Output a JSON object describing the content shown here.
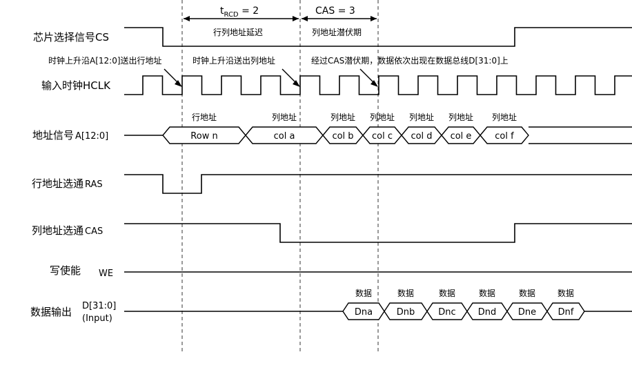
{
  "timing_headers": [
    {
      "main": "t",
      "sub": "RCD",
      "tail": " = 2",
      "desc": "行列地址延迟"
    },
    {
      "main": "CAS = 3",
      "desc": "列地址潜伏期"
    }
  ],
  "notes": {
    "row_addr_sent": "时钟上升沿A[12:0]送出行地址",
    "col_addr_sent": "时钟上升沿送出列地址",
    "data_appear": "经过CAS潜伏期，数据依次出现在数据总线D[31:0]上"
  },
  "signals": {
    "cs": "芯片选择信号CS",
    "hclk": "输入时钟HCLK",
    "addr_main": "地址信号",
    "addr_sub": "A[12:0]",
    "ras_main": "行地址选通",
    "ras_sub": "RAS",
    "cas_main": "列地址选通",
    "cas_sub": "CAS",
    "we_main": "写使能",
    "we_sub": "WE",
    "data_main": "数据输出",
    "data_sub1": "D[31:0]",
    "data_sub2": "(Input)"
  },
  "address_bus": [
    {
      "top": "行地址",
      "value": "Row  n"
    },
    {
      "top": "列地址",
      "value": "col  a"
    },
    {
      "top": "列地址",
      "value": "col b"
    },
    {
      "top": "列地址",
      "value": "col c"
    },
    {
      "top": "列地址",
      "value": "col d"
    },
    {
      "top": "列地址",
      "value": "col e"
    },
    {
      "top": "列地址",
      "value": "col f"
    }
  ],
  "data_bus": [
    {
      "top": "数据",
      "value": "Dna"
    },
    {
      "top": "数据",
      "value": "Dnb"
    },
    {
      "top": "数据",
      "value": "Dnc"
    },
    {
      "top": "数据",
      "value": "Dnd"
    },
    {
      "top": "数据",
      "value": "Dne"
    },
    {
      "top": "数据",
      "value": "Dnf"
    }
  ]
}
